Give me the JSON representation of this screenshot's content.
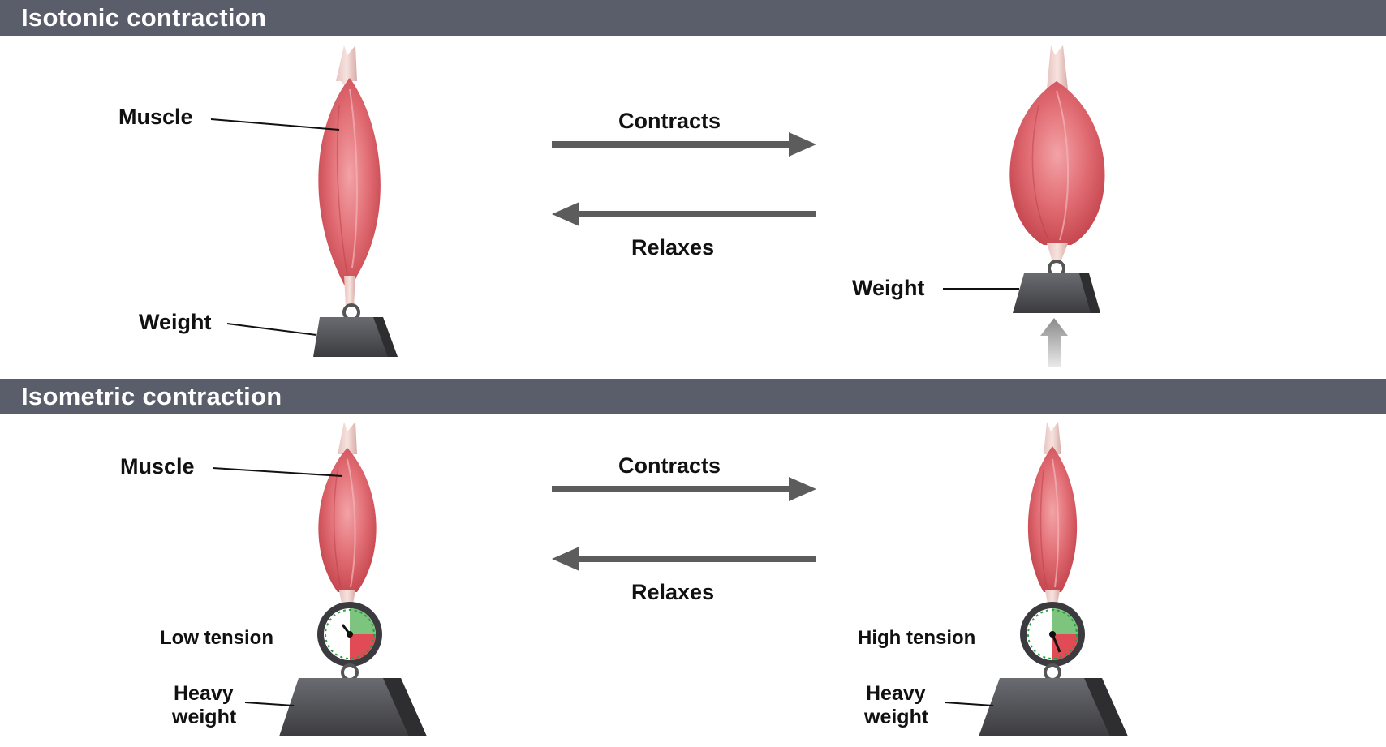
{
  "sections": {
    "isotonic": {
      "title": "Isotonic contraction",
      "left_muscle_label": "Muscle",
      "left_weight_label": "Weight",
      "contracts_label": "Contracts",
      "relaxes_label": "Relaxes",
      "right_weight_label": "Weight"
    },
    "isometric": {
      "title": "Isometric contraction",
      "left_muscle_label": "Muscle",
      "contracts_label": "Contracts",
      "relaxes_label": "Relaxes",
      "low_tension_label": "Low tension",
      "high_tension_label": "High tension",
      "left_weight_line1": "Heavy",
      "left_weight_line2": "weight",
      "right_weight_line1": "Heavy",
      "right_weight_line2": "weight"
    }
  },
  "colors": {
    "banner": "#5a5e6b",
    "muscle": "#d9565e",
    "arrow": "#5c5c5c",
    "weight": "#4a4a4e",
    "gauge_green": "#7dc47f",
    "gauge_red": "#e14b55"
  }
}
